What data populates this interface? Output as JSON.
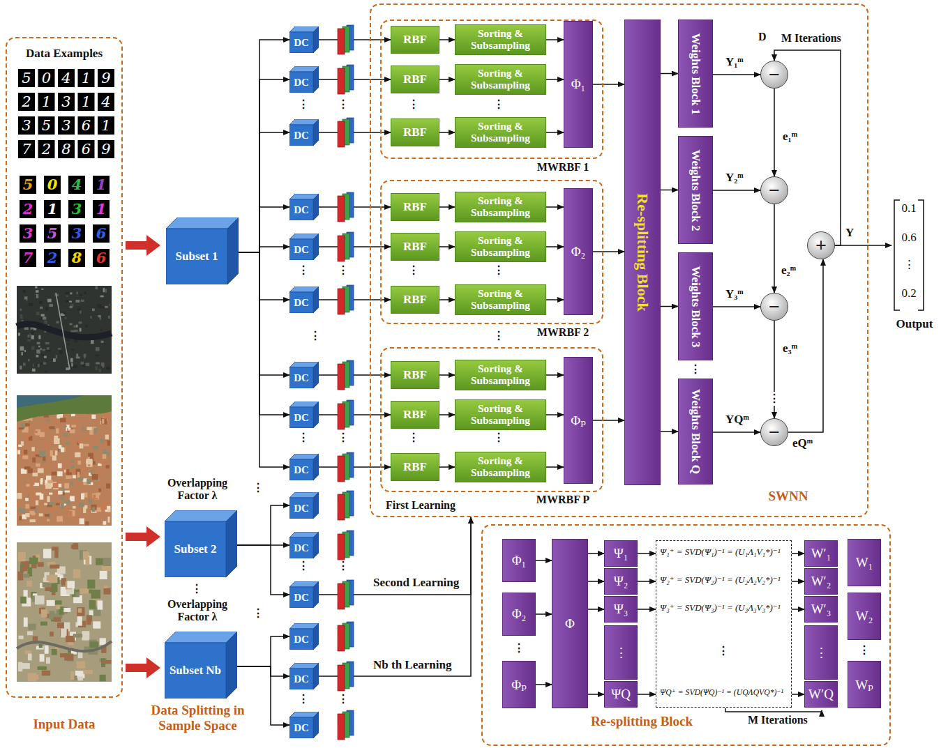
{
  "diagram": {
    "nodes": [
      {
        "text": [
          "Data Examples",
          "Input Data"
        ]
      },
      {
        "text": [
          "Subset 1"
        ]
      },
      {
        "text": [
          "Subset 2"
        ]
      },
      {
        "text": [
          "Subset Nb"
        ]
      },
      {
        "text": [
          "DC"
        ]
      },
      {
        "text": [
          "DC"
        ]
      },
      {
        "text": [
          "DC"
        ]
      },
      {
        "text": [
          "DC"
        ]
      },
      {
        "text": [
          "DC"
        ]
      },
      {
        "text": [
          "DC"
        ]
      },
      {
        "text": [
          "DC"
        ]
      },
      {
        "text": [
          "DC"
        ]
      },
      {
        "text": [
          "DC"
        ]
      },
      {
        "text": [
          "DC"
        ]
      },
      {
        "text": [
          "DC"
        ]
      },
      {
        "text": [
          "DC"
        ]
      },
      {
        "text": [
          "DC"
        ]
      },
      {
        "text": [
          "DC"
        ]
      },
      {
        "text": [
          "DC"
        ]
      },
      {
        "text": [
          "SWNN"
        ]
      },
      {
        "text": [
          "MWRBF 1"
        ],
        "in": 19
      },
      {
        "text": [
          "RBF"
        ],
        "in": 20
      },
      {
        "text": [
          "Sorting & Subsampling"
        ],
        "in": 20
      },
      {
        "text": [
          "RBF"
        ],
        "in": 20
      },
      {
        "text": [
          "Sorting & Subsampling"
        ],
        "in": 20
      },
      {
        "text": [
          "RBF"
        ],
        "in": 20
      },
      {
        "text": [
          "Sorting & Subsampling"
        ],
        "in": 20
      },
      {
        "text": [
          "Φ₁"
        ],
        "in": 20
      },
      {
        "text": [
          "MWRBF 2"
        ],
        "in": 19
      },
      {
        "text": [
          "RBF"
        ],
        "in": 28
      },
      {
        "text": [
          "Sorting & Subsampling"
        ],
        "in": 28
      },
      {
        "text": [
          "RBF"
        ],
        "in": 28
      },
      {
        "text": [
          "Sorting & Subsampling"
        ],
        "in": 28
      },
      {
        "text": [
          "RBF"
        ],
        "in": 28
      },
      {
        "text": [
          "Sorting & Subsampling"
        ],
        "in": 28
      },
      {
        "text": [
          "Φ₂"
        ],
        "in": 28
      },
      {
        "text": [
          "MWRBF P"
        ],
        "in": 19
      },
      {
        "text": [
          "RBF"
        ],
        "in": 36
      },
      {
        "text": [
          "Sorting & Subsampling"
        ],
        "in": 36
      },
      {
        "text": [
          "RBF"
        ],
        "in": 36
      },
      {
        "text": [
          "Sorting & Subsampling"
        ],
        "in": 36
      },
      {
        "text": [
          "RBF"
        ],
        "in": 36
      },
      {
        "text": [
          "Sorting & Subsampling"
        ],
        "in": 36
      },
      {
        "text": [
          "Φₚ"
        ],
        "in": 36
      },
      {
        "text": [
          "Re-splitting Block"
        ],
        "in": 19
      },
      {
        "text": [
          "Weights Block 1"
        ],
        "in": 19
      },
      {
        "text": [
          "Weights Block 2"
        ],
        "in": 19
      },
      {
        "text": [
          "Weights Block 3"
        ],
        "in": 19
      },
      {
        "text": [
          "Weights Block Q"
        ],
        "in": 19
      },
      {
        "text": [
          "−"
        ],
        "in": 19
      },
      {
        "text": [
          "−"
        ],
        "in": 19
      },
      {
        "text": [
          "−"
        ],
        "in": 19
      },
      {
        "text": [
          "−"
        ],
        "in": 19
      },
      {
        "text": [
          "+"
        ],
        "in": 19
      },
      {
        "text": [
          "0.1",
          "0.6",
          "⋮",
          "0.2",
          "Output"
        ]
      },
      {
        "text": [
          "Re-splitting Block"
        ]
      },
      {
        "text": [
          "Φ₁"
        ],
        "in": 55
      },
      {
        "text": [
          "Φ₂"
        ],
        "in": 55
      },
      {
        "text": [
          "Φₚ"
        ],
        "in": 55
      },
      {
        "text": [
          "Φ"
        ],
        "in": 55
      },
      {
        "text": [
          "Ψ₁"
        ],
        "in": 55
      },
      {
        "text": [
          "Ψ₂"
        ],
        "in": 55
      },
      {
        "text": [
          "Ψ₃"
        ],
        "in": 55
      },
      {
        "text": [
          "⋮"
        ],
        "in": 55
      },
      {
        "text": [
          "ΨQ"
        ],
        "in": 55
      },
      {
        "text": [
          "⋮"
        ],
        "in": 55
      },
      {
        "text": [
          "W′₁"
        ],
        "in": 55
      },
      {
        "text": [
          "W′₂"
        ],
        "in": 55
      },
      {
        "text": [
          "W′₃"
        ],
        "in": 55
      },
      {
        "text": [
          "⋮"
        ],
        "in": 55
      },
      {
        "text": [
          "W′Q"
        ],
        "in": 55
      },
      {
        "text": [
          "W₁"
        ],
        "in": 55
      },
      {
        "text": [
          "W₂"
        ],
        "in": 55
      },
      {
        "text": [
          "Wₚ"
        ],
        "in": 55
      }
    ],
    "edges": [
      {
        "from": 1,
        "to": 4,
        "arrow": "to"
      },
      {
        "from": 1,
        "to": 5,
        "arrow": "to"
      },
      {
        "from": 1,
        "to": 6,
        "arrow": "to"
      },
      {
        "from": 1,
        "to": 7,
        "arrow": "to"
      },
      {
        "from": 1,
        "to": 8,
        "arrow": "to"
      },
      {
        "from": 1,
        "to": 9,
        "arrow": "to"
      },
      {
        "from": 1,
        "to": 10,
        "arrow": "to"
      },
      {
        "from": 1,
        "to": 11,
        "arrow": "to"
      },
      {
        "from": 1,
        "to": 12,
        "arrow": "to"
      },
      {
        "from": 2,
        "to": 13,
        "arrow": "to"
      },
      {
        "from": 2,
        "to": 14,
        "arrow": "to"
      },
      {
        "from": 2,
        "to": 15,
        "arrow": "to"
      },
      {
        "from": 3,
        "to": 16,
        "arrow": "to"
      },
      {
        "from": 3,
        "to": 17,
        "arrow": "to"
      },
      {
        "from": 3,
        "to": 18,
        "arrow": "to"
      },
      {
        "from": 4,
        "to": 21,
        "arrow": "to"
      },
      {
        "from": 5,
        "to": 23,
        "arrow": "to"
      },
      {
        "from": 6,
        "to": 25,
        "arrow": "to"
      },
      {
        "from": 7,
        "to": 29,
        "arrow": "to"
      },
      {
        "from": 8,
        "to": 31,
        "arrow": "to"
      },
      {
        "from": 9,
        "to": 33,
        "arrow": "to"
      },
      {
        "from": 10,
        "to": 37,
        "arrow": "to"
      },
      {
        "from": 11,
        "to": 39,
        "arrow": "to"
      },
      {
        "from": 12,
        "to": 41,
        "arrow": "to"
      },
      {
        "from": 15,
        "to": 19,
        "label": "Second Learning",
        "arrow": "to"
      },
      {
        "from": 17,
        "to": 19,
        "label": "Nb th Learning",
        "arrow": "to"
      },
      {
        "from": 21,
        "to": 22,
        "arrow": "to"
      },
      {
        "from": 23,
        "to": 24,
        "arrow": "to"
      },
      {
        "from": 25,
        "to": 26,
        "arrow": "to"
      },
      {
        "from": 29,
        "to": 30,
        "arrow": "to"
      },
      {
        "from": 31,
        "to": 32,
        "arrow": "to"
      },
      {
        "from": 33,
        "to": 34,
        "arrow": "to"
      },
      {
        "from": 37,
        "to": 38,
        "arrow": "to"
      },
      {
        "from": 39,
        "to": 40,
        "arrow": "to"
      },
      {
        "from": 41,
        "to": 42,
        "arrow": "to"
      },
      {
        "from": 22,
        "to": 27,
        "arrow": "to"
      },
      {
        "from": 24,
        "to": 27,
        "arrow": "to"
      },
      {
        "from": 26,
        "to": 27,
        "arrow": "to"
      },
      {
        "from": 30,
        "to": 35,
        "arrow": "to"
      },
      {
        "from": 32,
        "to": 35,
        "arrow": "to"
      },
      {
        "from": 34,
        "to": 35,
        "arrow": "to"
      },
      {
        "from": 38,
        "to": 43,
        "arrow": "to"
      },
      {
        "from": 40,
        "to": 43,
        "arrow": "to"
      },
      {
        "from": 42,
        "to": 43,
        "arrow": "to"
      },
      {
        "from": 27,
        "to": 44,
        "arrow": "to"
      },
      {
        "from": 35,
        "to": 44,
        "arrow": "to"
      },
      {
        "from": 43,
        "to": 44,
        "arrow": "to"
      },
      {
        "from": 44,
        "to": 45,
        "arrow": "to"
      },
      {
        "from": 44,
        "to": 46,
        "arrow": "to"
      },
      {
        "from": 44,
        "to": 47,
        "arrow": "to"
      },
      {
        "from": 44,
        "to": 48,
        "arrow": "to"
      },
      {
        "from": 45,
        "to": 49,
        "label": "Y₁ᵐ",
        "arrow": "to"
      },
      {
        "from": 46,
        "to": 50,
        "label": "Y₂ᵐ",
        "arrow": "to"
      },
      {
        "from": 47,
        "to": 51,
        "label": "Y₃ᵐ",
        "arrow": "to"
      },
      {
        "from": 48,
        "to": 52,
        "label": "YQᵐ",
        "arrow": "to"
      },
      {
        "from": 49,
        "to": 50,
        "label": "e₁ᵐ",
        "arrow": "to"
      },
      {
        "from": 50,
        "to": 51,
        "label": "e₂ᵐ",
        "arrow": "to"
      },
      {
        "from": 51,
        "to": 52,
        "label": "e₃ᵐ",
        "arrow": "to"
      },
      {
        "from": 52,
        "to": 53,
        "label": "eQᵐ",
        "arrow": "to"
      },
      {
        "from": 53,
        "to": 54,
        "label": "Y",
        "arrow": "to"
      },
      {
        "from": 53,
        "to": 49,
        "arrow": "to"
      },
      {
        "from": 56,
        "to": 59,
        "arrow": "to"
      },
      {
        "from": 57,
        "to": 59,
        "arrow": "to"
      },
      {
        "from": 58,
        "to": 59,
        "arrow": "to"
      },
      {
        "from": 59,
        "to": 60,
        "arrow": "to"
      },
      {
        "from": 59,
        "to": 61,
        "arrow": "to"
      },
      {
        "from": 59,
        "to": 62,
        "arrow": "to"
      },
      {
        "from": 59,
        "to": 64,
        "arrow": "to"
      },
      {
        "from": 60,
        "to": 65,
        "arrow": "to"
      },
      {
        "from": 61,
        "to": 65,
        "arrow": "to"
      },
      {
        "from": 62,
        "to": 65,
        "arrow": "to"
      },
      {
        "from": 64,
        "to": 65,
        "arrow": "to"
      },
      {
        "from": 65,
        "to": 66,
        "arrow": "to"
      },
      {
        "from": 65,
        "to": 67,
        "arrow": "to"
      },
      {
        "from": 65,
        "to": 68,
        "arrow": "to"
      },
      {
        "from": 65,
        "to": 70,
        "arrow": "to"
      }
    ],
    "labels": [
      "5",
      "0",
      "4",
      "1",
      "9",
      "2",
      "1",
      "3",
      "1",
      "4",
      "3",
      "5",
      "3",
      "6",
      "1",
      "7",
      "2",
      "8",
      "6",
      "9",
      "5",
      "0",
      "4",
      "1",
      "2",
      "1",
      "3",
      "1",
      "3",
      "5",
      "3",
      "6",
      "7",
      "2",
      "8",
      "6",
      "Overlapping Factor λ",
      "Overlapping Factor λ",
      "Data Splitting in Sample Space",
      "First Learning",
      "D",
      "M Iterations",
      "Ψ₁⁺ = SVD(Ψ₁)⁻¹ = (U₁Λ₁V₁*)⁻¹",
      "Ψ₂⁺ = SVD(Ψ₂)⁻¹ = (U₂Λ₂V₂*)⁻¹",
      "Ψ₃⁺ = SVD(Ψ₃)⁻¹ = (U₃Λ₃V₃*)⁻¹",
      "ΨQ⁺ = SVD(ΨQ)⁻¹ = (UQΛQVQ*)⁻¹",
      "M Iterations",
      "⋮",
      "⋮",
      "⋮",
      "⋮",
      "⋮",
      "⋮",
      "⋮",
      "⋮",
      "⋮",
      "⋮",
      "⋮",
      "⋮",
      "⋮",
      "⋮",
      "⋮",
      "⋮",
      "⋮",
      "⋮",
      "⋮",
      "⋮",
      "⋮",
      "⋮",
      "⋮",
      "⋮",
      "⋮"
    ]
  }
}
